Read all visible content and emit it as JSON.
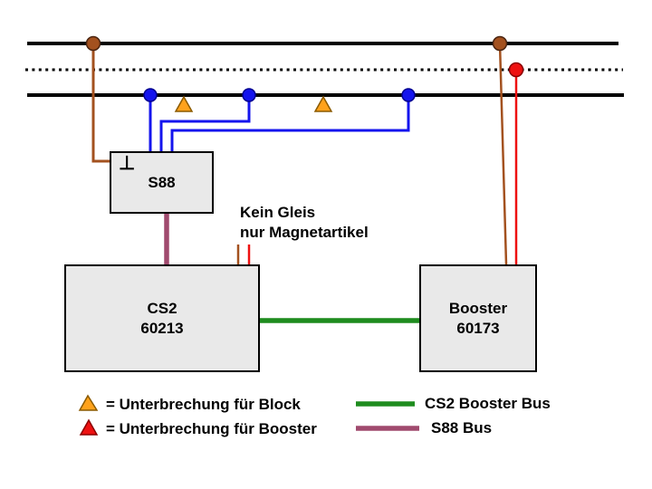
{
  "colors": {
    "black": "#000000",
    "brown": "#a3511f",
    "brown_dark": "#4a2410",
    "blue": "#1414ee",
    "blue_dark": "#000090",
    "red": "#ee1111",
    "red_dark": "#8b0000",
    "orange": "#ffa21c",
    "orange_dark": "#8a5a00",
    "green": "#1e8c1e",
    "purple": "#a04a6e"
  },
  "boxes": {
    "s88": {
      "ground_symbol": "⊥",
      "label": "S88"
    },
    "cs2": {
      "line1": "CS2",
      "line2": "60213"
    },
    "booster": {
      "line1": "Booster",
      "line2": "60173"
    }
  },
  "note": {
    "line1": "Kein Gleis",
    "line2": "nur Magnetartikel"
  },
  "legend": {
    "block": "= Unterbrechung für Block",
    "booster": "= Unterbrechung für Booster",
    "cs2_booster_bus": "CS2 Booster Bus",
    "s88_bus": "S88 Bus"
  }
}
